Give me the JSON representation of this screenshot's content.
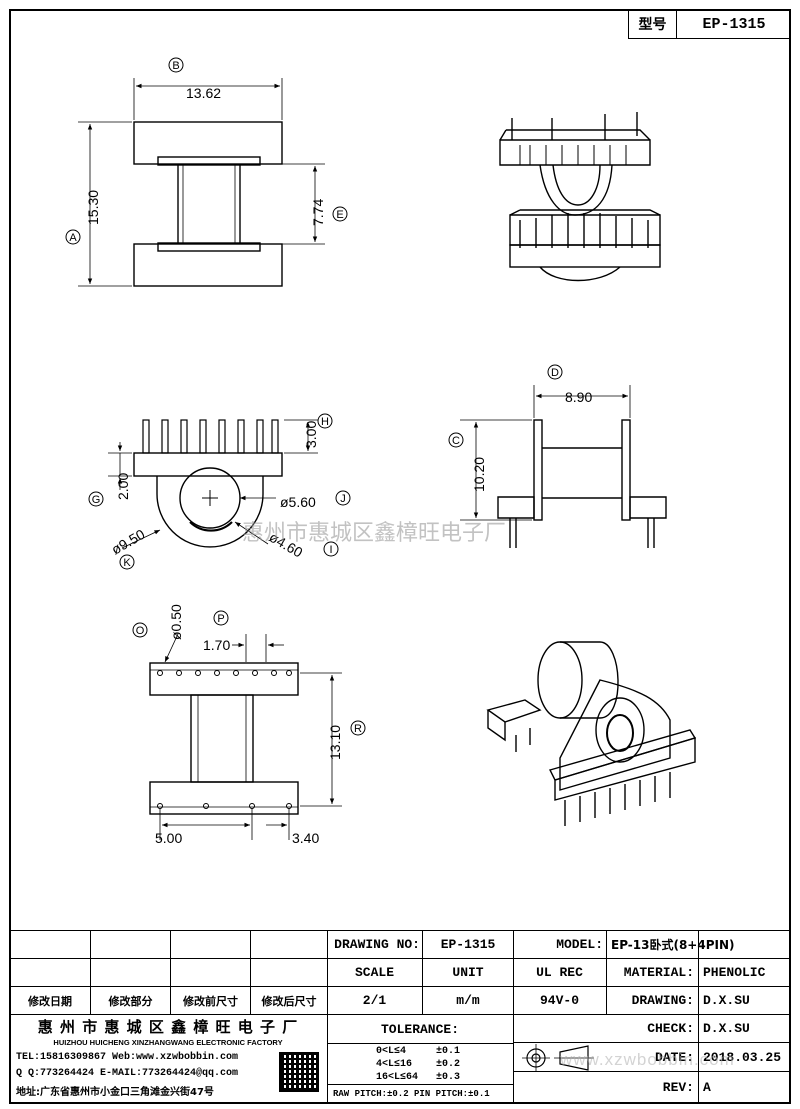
{
  "header": {
    "model_label": "型号",
    "model_value": "EP-1315"
  },
  "watermark": "惠州市惠城区鑫樟旺电子厂",
  "watermark_url": "www.xzwbobbin.com",
  "dimensions": {
    "B": "13.62",
    "A": "15.30",
    "E": "7.74",
    "D": "8.90",
    "C": "10.20",
    "H": "3.00",
    "G": "2.00",
    "J": "ø5.60",
    "K": "ø9.50",
    "I": "ø4.60",
    "O": "ø0.50",
    "P": "1.70",
    "R": "13.10",
    "pitch_bottom": "5.00",
    "offset_bottom": "3.40"
  },
  "markers": [
    "A",
    "B",
    "C",
    "D",
    "E",
    "G",
    "H",
    "I",
    "J",
    "K",
    "O",
    "P",
    "R"
  ],
  "title_block": {
    "drawing_no_label": "DRAWING NO:",
    "drawing_no": "EP-1315",
    "model_label": "MODEL:",
    "model": "EP-13卧式(8+4PIN)",
    "scale_label": "SCALE",
    "unit_label": "UNIT",
    "ul_label": "UL REC",
    "material_label": "MATERIAL:",
    "material": "PHENOLIC",
    "scale": "2/1",
    "unit": "m/m",
    "ul": "94V-0",
    "drawing_label": "DRAWING:",
    "drawing_by": "D.X.SU",
    "check_label": "CHECK:",
    "check_by": "D.X.SU",
    "date_label": "DATE:",
    "date": "2018.03.25",
    "rev_label": "REV:",
    "rev": "A",
    "tolerance_label": "TOLERANCE:",
    "tolerances": [
      {
        "range": "0<L≤4",
        "value": "±0.1"
      },
      {
        "range": "4<L≤16",
        "value": "±0.2"
      },
      {
        "range": "16<L≤64",
        "value": "±0.3"
      }
    ],
    "pitch_note": "RAW PITCH:±0.2 PIN PITCH:±0.1",
    "revision_headers": [
      "修改日期",
      "修改部分",
      "修改前尺寸",
      "修改后尺寸"
    ]
  },
  "company": {
    "name_cn": "惠 州 市 惠 城 区 鑫 樟 旺 电 子 厂",
    "name_en": "HUIZHOU HUICHENG XINZHANGWANG ELECTRONIC FACTORY",
    "tel": "TEL:15816309867 Web:www.xzwbobbin.com",
    "qq": "Q Q:773264424 E-MAIL:773264424@qq.com",
    "address": "地址:广东省惠州市小金口三角滩金兴街47号"
  }
}
